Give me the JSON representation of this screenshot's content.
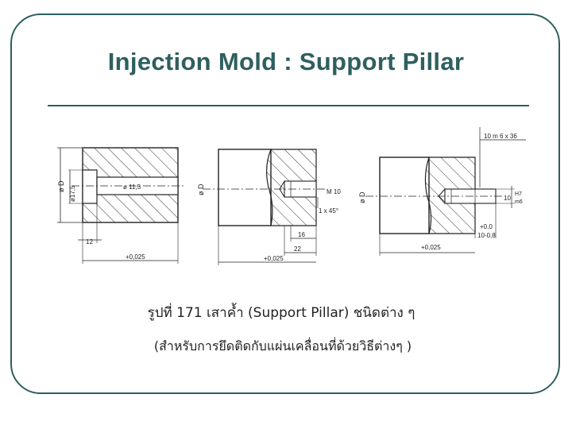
{
  "slide": {
    "title": "Injection Mold : Support Pillar",
    "caption_line1": "รูปที่ 171 เสาค้ำ (Support Pillar) ชนิดต่าง ๆ",
    "caption_line2": "(สำหรับการยึดติดกับแผ่นเคลื่อนที่ด้วยวิธีต่างๆ )"
  },
  "drawing": {
    "fig1": {
      "dia_label": "ø D",
      "bore_dia": "ø17,5",
      "hole_dia": "ø 11,5",
      "depth": "12",
      "tolerance": "+0,025"
    },
    "fig2": {
      "dia_label": "ø D",
      "thread": "M 10",
      "chamfer": "1 x 45°",
      "dim_small": "16",
      "dim_large": "22",
      "tolerance": "+0,025"
    },
    "fig3": {
      "dia_label": "ø D",
      "pin_spec": "10 m 6 x 36",
      "pin_dia": "10",
      "fit_hole": "H7",
      "fit_shaft": "m6",
      "tol_top": "+0,0",
      "tol_bottom": "10-0,8",
      "tolerance": "+0,025"
    }
  }
}
